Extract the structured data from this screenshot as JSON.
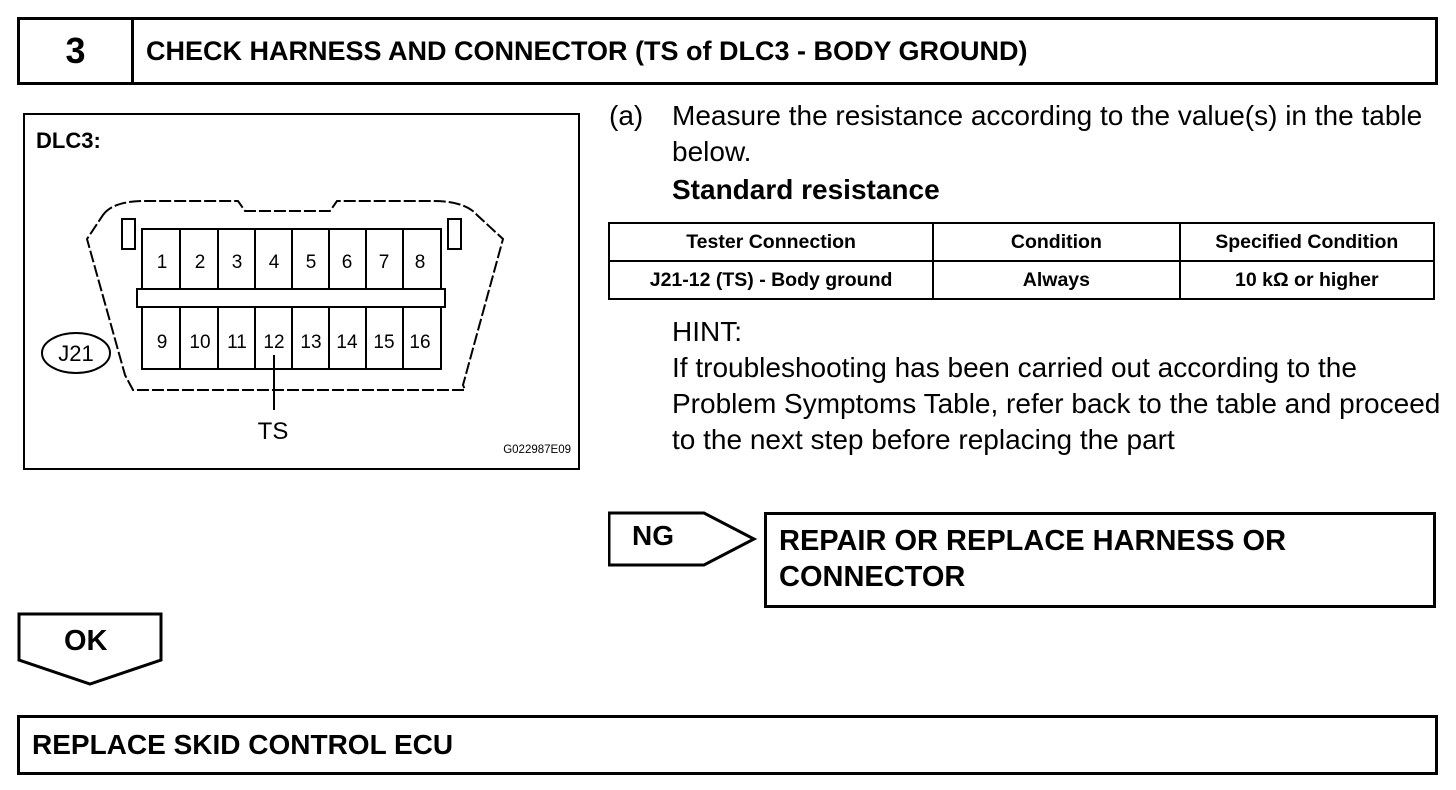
{
  "step": {
    "number": "3",
    "title": "CHECK HARNESS AND CONNECTOR (TS of DLC3 - BODY GROUND)"
  },
  "diagram": {
    "title": "DLC3:",
    "connector_id": "J21",
    "pins_top": [
      "1",
      "2",
      "3",
      "4",
      "5",
      "6",
      "7",
      "8"
    ],
    "pins_bottom": [
      "9",
      "10",
      "11",
      "12",
      "13",
      "14",
      "15",
      "16"
    ],
    "pointer_label": "TS",
    "figure_code": "G022987E09"
  },
  "instruction": {
    "marker": "(a)",
    "text": "Measure the resistance according to the value(s) in the table below.",
    "standard_label": "Standard resistance"
  },
  "table": {
    "headers": [
      "Tester Connection",
      "Condition",
      "Specified Condition"
    ],
    "rows": [
      [
        "J21-12 (TS) - Body ground",
        "Always",
        "10 kΩ or higher"
      ]
    ]
  },
  "hint": {
    "label": "HINT:",
    "text": "If troubleshooting has been carried out according to the Problem Symptoms Table, refer back to the table and proceed to the next step before replacing the part"
  },
  "ng": {
    "label": "NG",
    "action": "REPAIR OR REPLACE HARNESS OR CONNECTOR"
  },
  "ok": {
    "label": "OK"
  },
  "final": {
    "action": "REPLACE SKID CONTROL ECU"
  }
}
